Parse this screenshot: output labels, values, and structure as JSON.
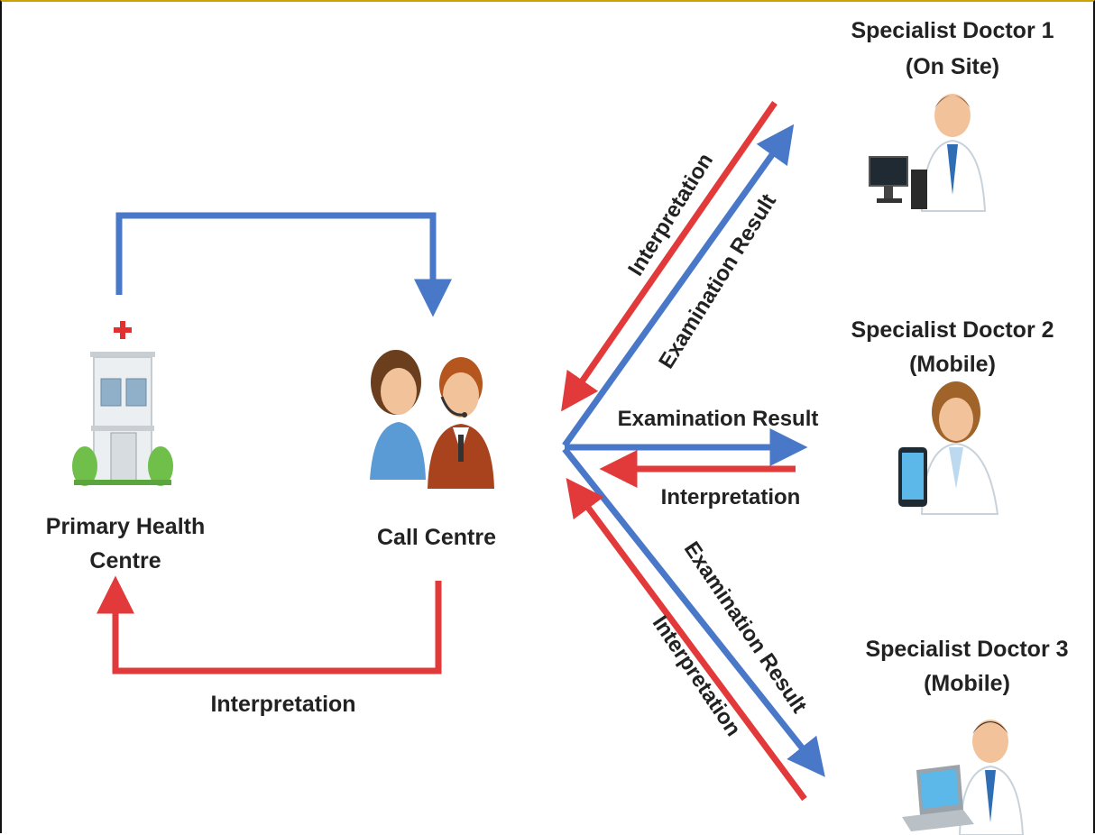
{
  "nodes": {
    "primary_health_centre": {
      "line1": "Primary Health",
      "line2": "Centre",
      "icon": "hospital-icon"
    },
    "call_centre": {
      "label": "Call Centre",
      "icon": "call-centre-agents-icon"
    },
    "doctor1": {
      "line1": "Specialist Doctor 1",
      "line2": "(On Site)",
      "icon": "doctor-desktop-icon"
    },
    "doctor2": {
      "line1": "Specialist Doctor 2",
      "line2": "(Mobile)",
      "icon": "doctor-phone-icon"
    },
    "doctor3": {
      "line1": "Specialist Doctor 3",
      "line2": "(Mobile)",
      "icon": "doctor-laptop-icon"
    }
  },
  "edges": {
    "phc_to_call": {
      "label": ""
    },
    "call_to_phc": {
      "label": "Interpretation"
    },
    "to_doc1": {
      "label": "Examination Result"
    },
    "from_doc1": {
      "label": "Interpretation"
    },
    "to_doc2": {
      "label": "Examination Result"
    },
    "from_doc2": {
      "label": "Interpretation"
    },
    "to_doc3": {
      "label": "Examination Result"
    },
    "from_doc3": {
      "label": "Interpretation"
    }
  },
  "colors": {
    "request": "#4a78c8",
    "response": "#e23a3a",
    "text": "#222222"
  }
}
